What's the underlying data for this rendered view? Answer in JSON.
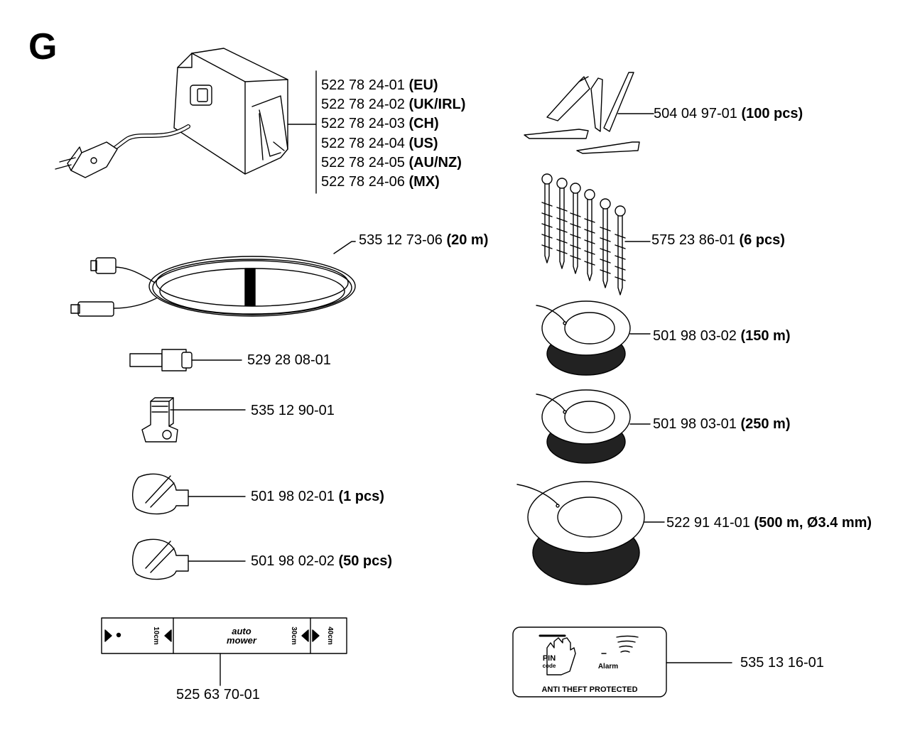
{
  "section": {
    "letter": "G"
  },
  "parts": {
    "power_supply": [
      {
        "number": "522 78 24-01",
        "qualifier": "(EU)"
      },
      {
        "number": "522 78 24-02",
        "qualifier": "(UK/IRL)"
      },
      {
        "number": "522 78 24-03",
        "qualifier": "(CH)"
      },
      {
        "number": "522 78 24-04",
        "qualifier": "(US)"
      },
      {
        "number": "522 78 24-05",
        "qualifier": "(AU/NZ)"
      },
      {
        "number": "522 78 24-06",
        "qualifier": "(MX)"
      }
    ],
    "low_voltage_cable": {
      "number": "535 12 73-06",
      "qualifier": "(20 m)"
    },
    "connector": {
      "number": "529 28 08-01",
      "qualifier": ""
    },
    "clip_connector": {
      "number": "535 12 90-01",
      "qualifier": ""
    },
    "coupler_1": {
      "number": "501 98 02-01",
      "qualifier": "(1 pcs)"
    },
    "coupler_50": {
      "number": "501 98 02-02",
      "qualifier": "(50 pcs)"
    },
    "ruler": {
      "number": "525 63 70-01",
      "qualifier": ""
    },
    "pegs": {
      "number": "504 04 97-01",
      "qualifier": "(100 pcs)"
    },
    "screws": {
      "number": "575 23 86-01",
      "qualifier": "(6 pcs)"
    },
    "wire_150": {
      "number": "501 98 03-02",
      "qualifier": "(150 m)"
    },
    "wire_250": {
      "number": "501 98 03-01",
      "qualifier": "(250 m)"
    },
    "wire_500": {
      "number": "522 91 41-01",
      "qualifier": "(500 m, Ø3.4 mm)"
    },
    "decal": {
      "number": "535 13 16-01",
      "qualifier": ""
    }
  },
  "ruler_label": {
    "mark_10": "10cm",
    "logo_top": "auto",
    "logo_bottom": "mower",
    "mark_30": "30cm",
    "mark_40": "40cm"
  },
  "decal_label": {
    "pin_top": "PIN",
    "pin_bottom": "code",
    "alarm": "Alarm",
    "footer": "ANTI THEFT PROTECTED"
  }
}
